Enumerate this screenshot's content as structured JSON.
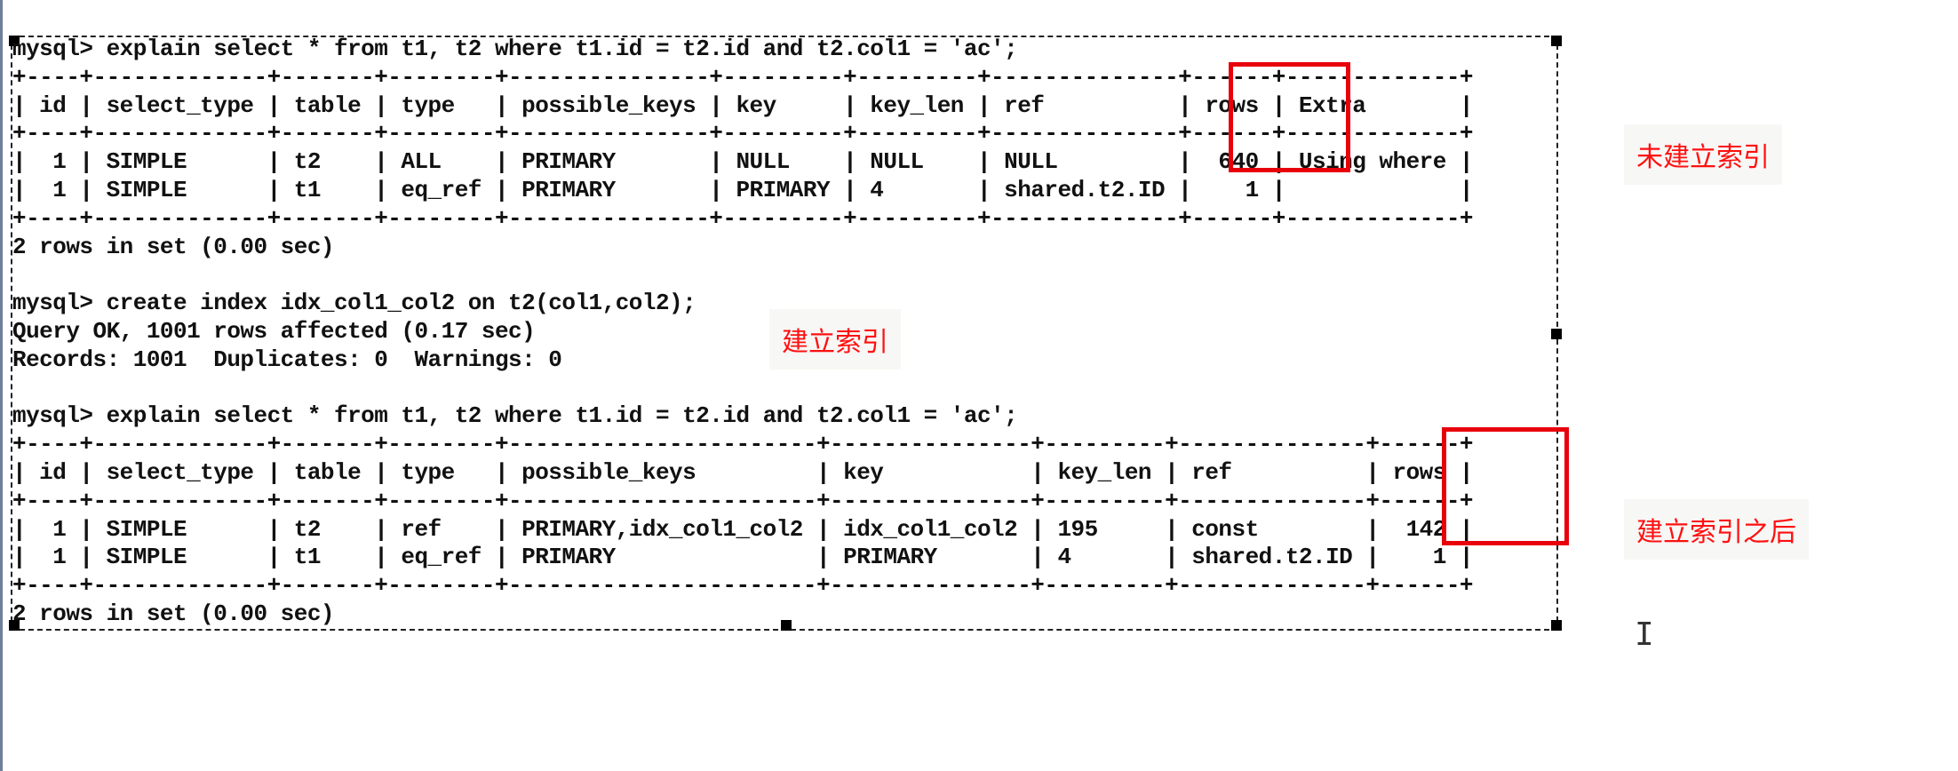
{
  "terminal": {
    "lines": [
      "mysql> explain select * from t1, t2 where t1.id = t2.id and t2.col1 = 'ac';",
      "+----+-------------+-------+--------+---------------+---------+---------+--------------+------+-------------+",
      "| id | select_type | table | type   | possible_keys | key     | key_len | ref          | rows | Extra       |",
      "+----+-------------+-------+--------+---------------+---------+---------+--------------+------+-------------+",
      "|  1 | SIMPLE      | t2    | ALL    | PRIMARY       | NULL    | NULL    | NULL         |  640 | Using where |",
      "|  1 | SIMPLE      | t1    | eq_ref | PRIMARY       | PRIMARY | 4       | shared.t2.ID |    1 |             |",
      "+----+-------------+-------+--------+---------------+---------+---------+--------------+------+-------------+",
      "2 rows in set (0.00 sec)",
      "",
      "mysql> create index idx_col1_col2 on t2(col1,col2);",
      "Query OK, 1001 rows affected (0.17 sec)",
      "Records: 1001  Duplicates: 0  Warnings: 0",
      "",
      "mysql> explain select * from t1, t2 where t1.id = t2.id and t2.col1 = 'ac';",
      "+----+-------------+-------+--------+-----------------------+---------------+---------+--------------+------+",
      "| id | select_type | table | type   | possible_keys         | key           | key_len | ref          | rows |",
      "+----+-------------+-------+--------+-----------------------+---------------+---------+--------------+------+",
      "|  1 | SIMPLE      | t2    | ref    | PRIMARY,idx_col1_col2 | idx_col1_col2 | 195     | const        |  142 |",
      "|  1 | SIMPLE      | t1    | eq_ref | PRIMARY               | PRIMARY       | 4       | shared.t2.ID |    1 |",
      "+----+-------------+-------+--------+-----------------------+---------------+---------+--------------+------+",
      "2 rows in set (0.00 sec)"
    ]
  },
  "annotations": {
    "before_index": "未建立索引",
    "create_index": "建立索引",
    "after_index": "建立索引之后"
  },
  "colors": {
    "highlight": "#e8000b",
    "annotation_text": "#ff1010"
  },
  "icons": {
    "cursor": "text-cursor-icon"
  }
}
